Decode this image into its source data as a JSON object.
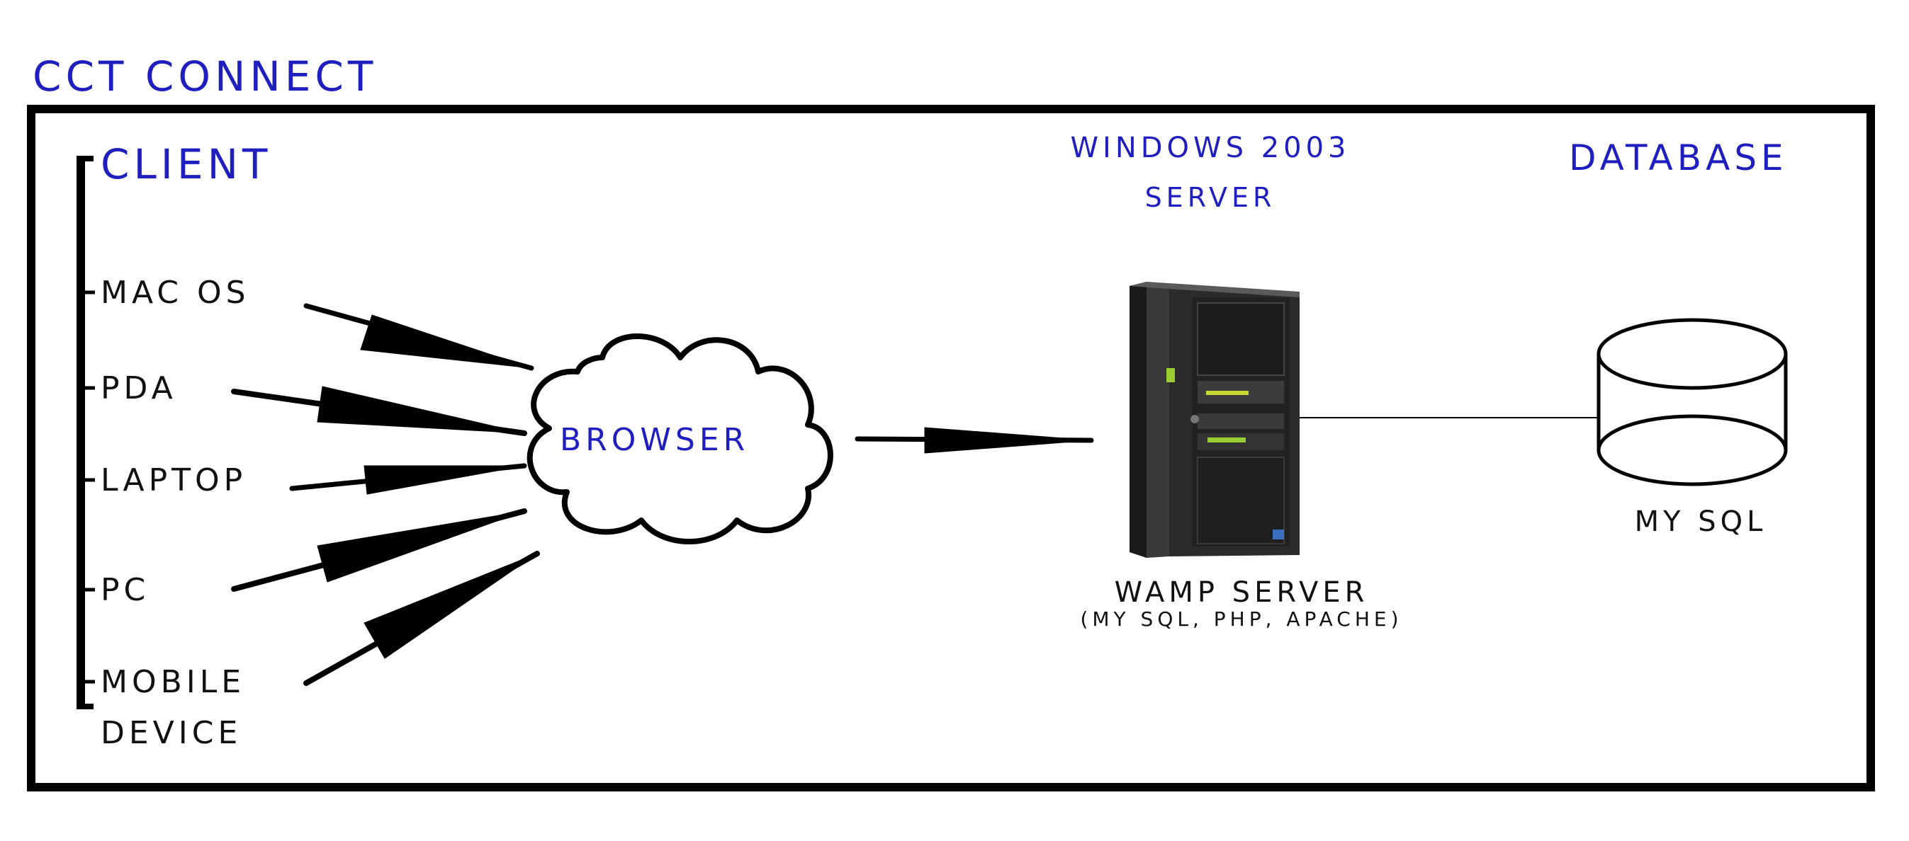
{
  "title": "CCT CONNECT",
  "client": {
    "heading": "CLIENT",
    "devices": [
      {
        "lines": [
          "MAC OS"
        ]
      },
      {
        "lines": [
          "PDA"
        ]
      },
      {
        "lines": [
          "LAPTOP"
        ]
      },
      {
        "lines": [
          "PC"
        ]
      },
      {
        "lines": [
          "MOBILE",
          "DEVICE"
        ]
      }
    ]
  },
  "browser": {
    "label": "BROWSER"
  },
  "server": {
    "heading_line1": "WINDOWS 2003",
    "heading_line2": "SERVER",
    "name": "WAMP SERVER",
    "components": "(MY SQL, PHP, APACHE)"
  },
  "database": {
    "heading": "DATABASE",
    "name": "MY SQL"
  },
  "colors": {
    "accent_text": "#1f1fbf",
    "line": "#000000",
    "server_body": "#2b2b2b",
    "server_accent": "#9acd32"
  },
  "icons": {
    "browser": "cloud-icon",
    "server": "server-tower-icon",
    "database": "database-cylinder-icon"
  }
}
